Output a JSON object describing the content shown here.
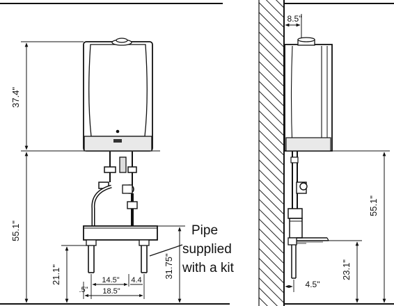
{
  "front_view": {
    "dim_height_boiler": "37.4\"",
    "dim_height_bottom": "55.1\"",
    "dim_height_pipes": "21.1\"",
    "dim_height_kit": "31.75\"",
    "dim_pipe_spacing_a": "14.5\"",
    "dim_pipe_spacing_b": "4.4",
    "dim_pipe_offset": ".5\"",
    "dim_pipe_total": "18.5\""
  },
  "side_view": {
    "dim_wall_clearance": "8.5\"",
    "dim_height_bottom": "55.1\"",
    "dim_height_pipes": "23.1\"",
    "dim_pipe_depth": "4.5\""
  },
  "callout": {
    "line1": "Pipe",
    "line2": "supplied",
    "line3": "with a kit"
  }
}
